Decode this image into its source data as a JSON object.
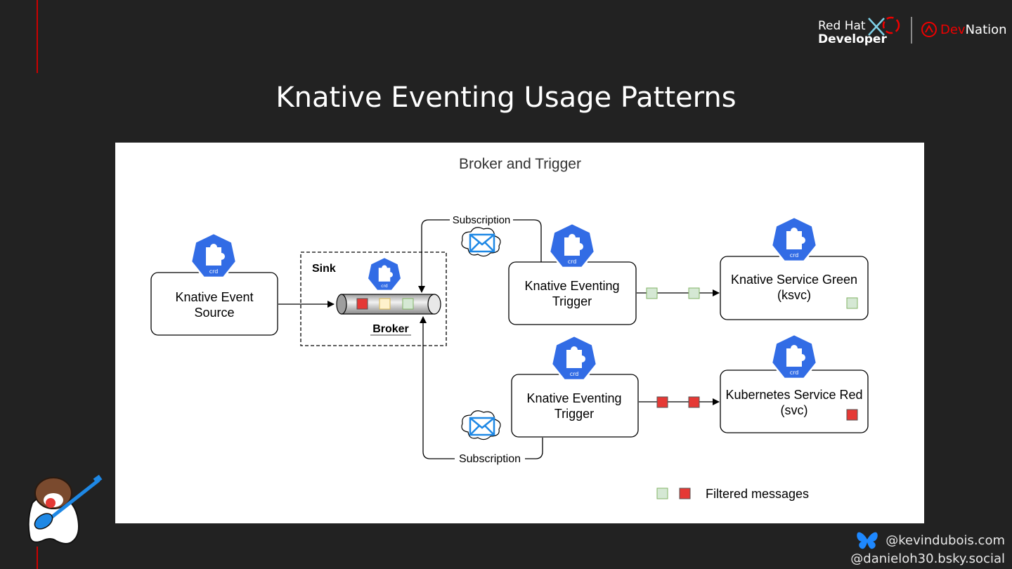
{
  "slide": {
    "title": "Knative Eventing Usage Patterns"
  },
  "branding": {
    "redhat_line1": "Red Hat",
    "redhat_line2": "Developer",
    "devnation_part1": "Dev",
    "devnation_part2": "Nation"
  },
  "diagram": {
    "title": "Broker and Trigger",
    "crd_label": "crd",
    "event_source": "Knative Event Source",
    "sink_label": "Sink",
    "broker_label": "Broker",
    "subscription_top": "Subscription",
    "subscription_bottom": "Subscription",
    "trigger_top": "Knative Eventing Trigger",
    "trigger_bottom": "Knative Eventing Trigger",
    "service_green": "Knative Service Green (ksvc)",
    "service_red": "Kubernetes Service Red (svc)",
    "legend_label": "Filtered messages"
  },
  "colors": {
    "background": "#222222",
    "accent_red": "#cc0000",
    "k8s_blue": "#326ce5",
    "msg_red": "#e53935",
    "msg_green": "#d5e8d4",
    "msg_yellow": "#fff2cc"
  },
  "social": {
    "handle1": "@kevindubois.com",
    "handle2": "@danieloh30.bsky.social"
  }
}
